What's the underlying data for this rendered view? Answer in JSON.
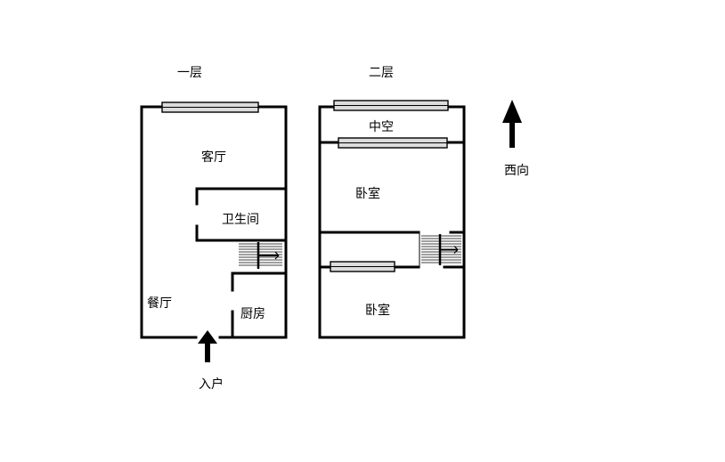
{
  "floor1": {
    "title": "一层",
    "rooms": {
      "living_room": "客厅",
      "bathroom": "卫生间",
      "dining_room": "餐厅",
      "kitchen": "厨房"
    },
    "entrance": "入户"
  },
  "floor2": {
    "title": "二层",
    "rooms": {
      "void": "中空",
      "bedroom_upper": "卧室",
      "bedroom_lower": "卧室"
    }
  },
  "orientation": {
    "label": "西向",
    "icon": "up-arrow-icon"
  },
  "colors": {
    "wall": "#000000",
    "window_fill": "#dcdcdc",
    "background": "#ffffff"
  }
}
